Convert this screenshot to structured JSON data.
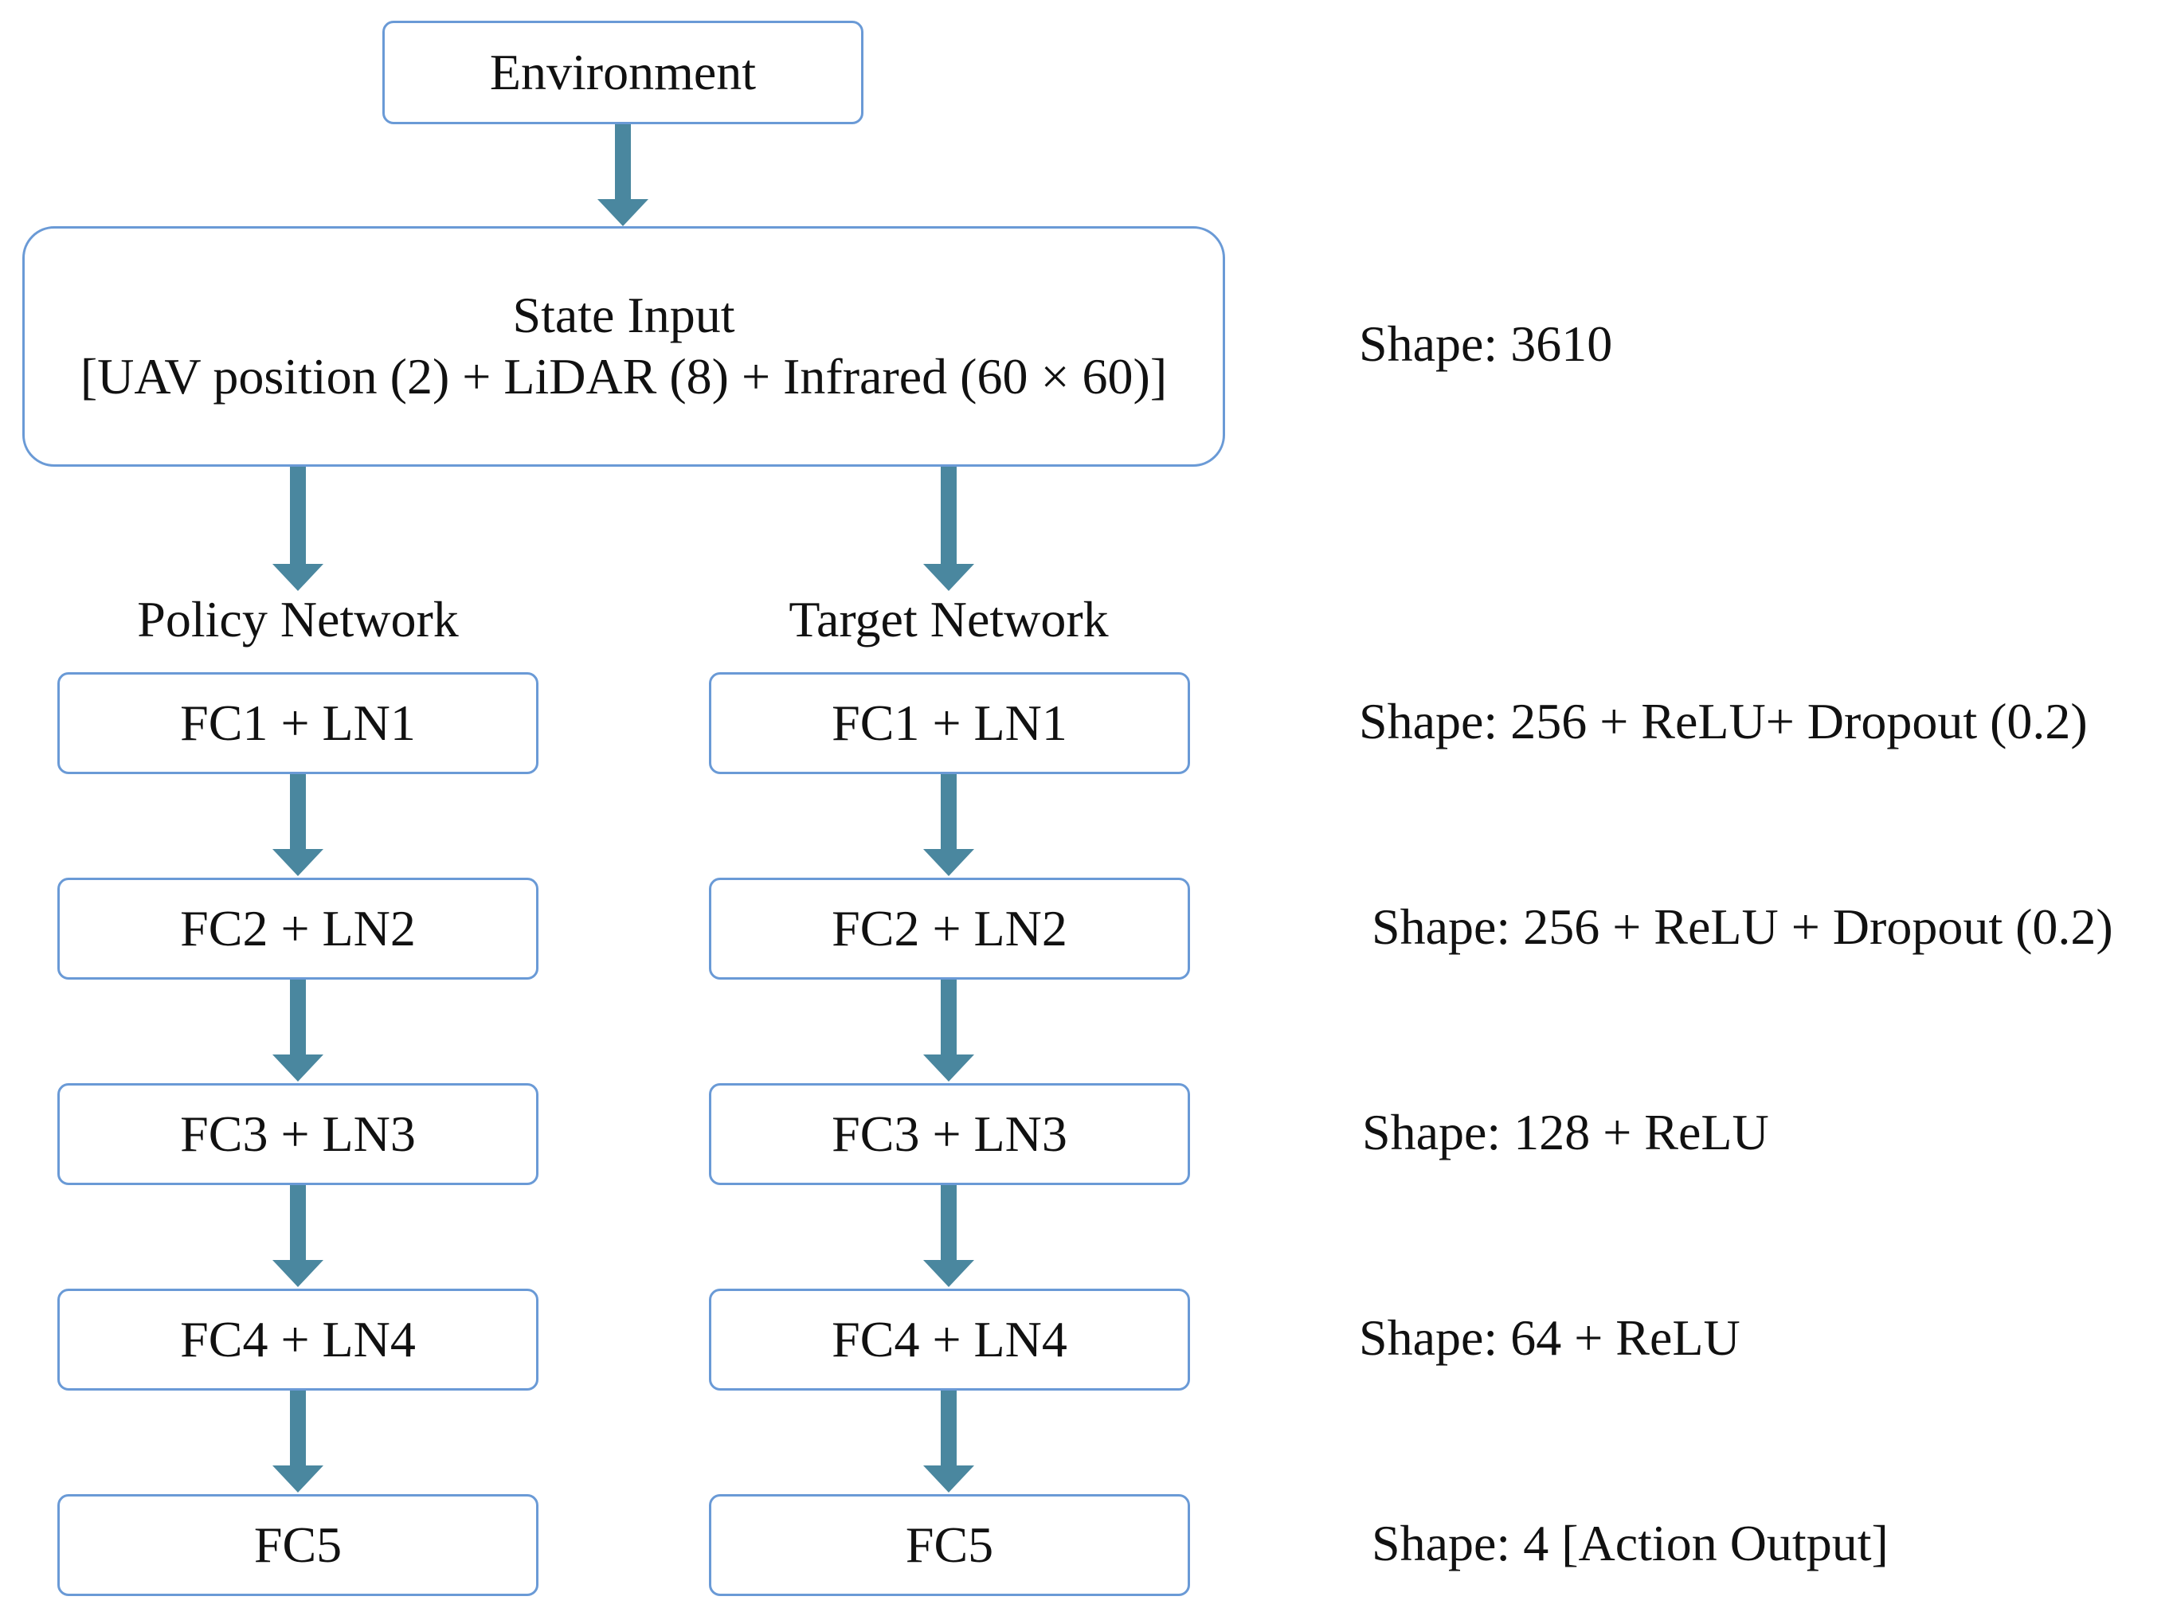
{
  "environment": {
    "label": "Environment"
  },
  "state_input": {
    "title": "State Input",
    "detail": "[UAV position (2) + LiDAR (8) + Infrared (60 × 60)]"
  },
  "networks": [
    {
      "title": "Policy Network",
      "layers": [
        "FC1 + LN1",
        "FC2 + LN2",
        "FC3 + LN3",
        "FC4 + LN4",
        "FC5"
      ]
    },
    {
      "title": "Target Network",
      "layers": [
        "FC1 + LN1",
        "FC2 + LN2",
        "FC3 + LN3",
        "FC4 + LN4",
        "FC5"
      ]
    }
  ],
  "shapes": {
    "input": "Shape: 3610",
    "layer1": "Shape: 256 + ReLU+ Dropout (0.2)",
    "layer2": "Shape: 256 + ReLU + Dropout (0.2)",
    "layer3": "Shape: 128 + ReLU",
    "layer4": "Shape: 64 + ReLU",
    "layer5": "Shape: 4 [Action Output]"
  },
  "colors": {
    "box_border": "#6a9ad6",
    "arrow": "#4a879f",
    "text": "#111111"
  }
}
